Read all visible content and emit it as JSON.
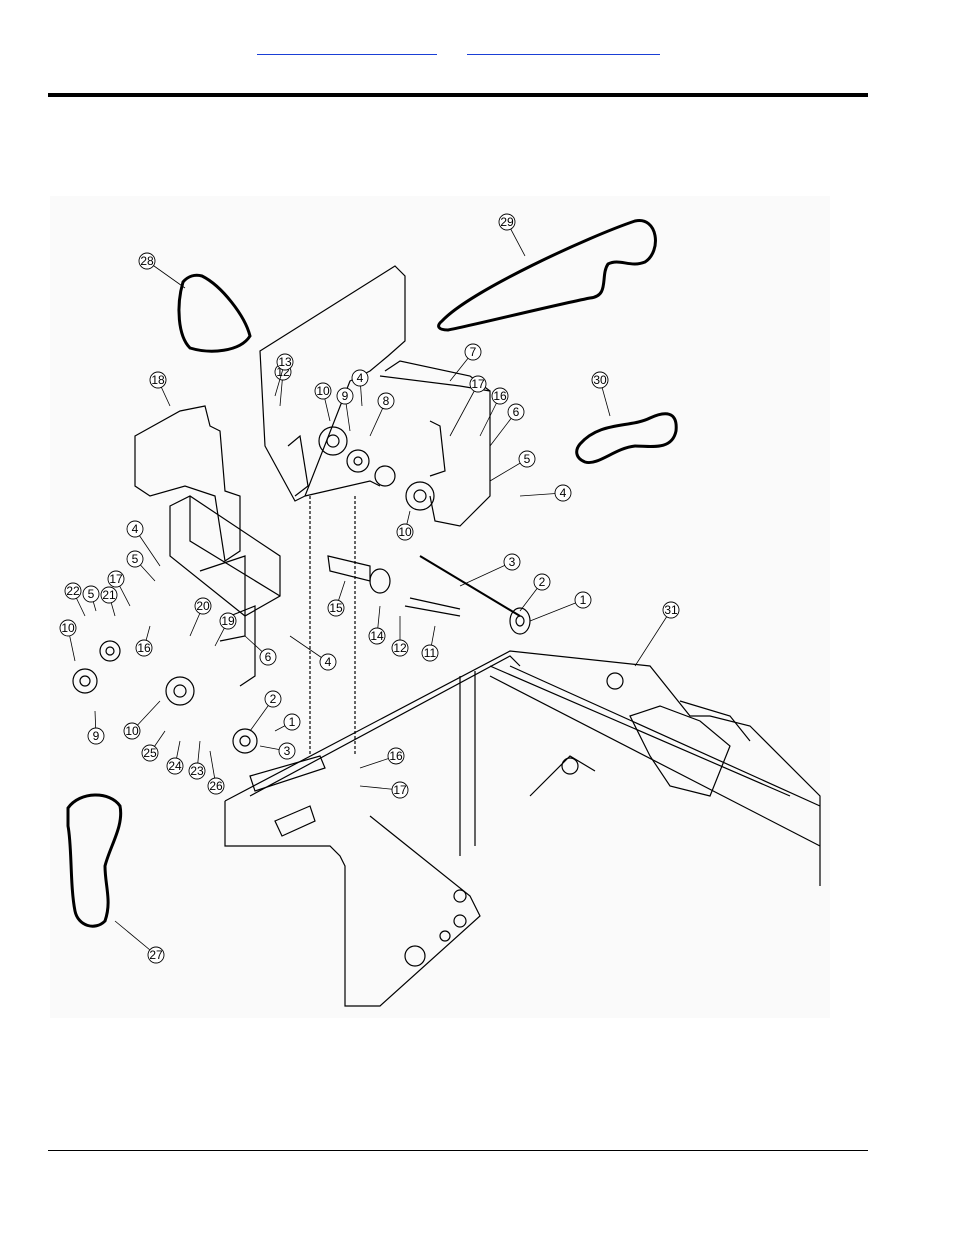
{
  "header": {
    "links": [
      {
        "label": ""
      },
      {
        "label": ""
      }
    ]
  },
  "diagram": {
    "callouts": [
      {
        "label": "1"
      },
      {
        "label": "2"
      },
      {
        "label": "3"
      },
      {
        "label": "4"
      },
      {
        "label": "5"
      },
      {
        "label": "6"
      },
      {
        "label": "7"
      },
      {
        "label": "8"
      },
      {
        "label": "9"
      },
      {
        "label": "10"
      },
      {
        "label": "11"
      },
      {
        "label": "12"
      },
      {
        "label": "13"
      },
      {
        "label": "14"
      },
      {
        "label": "15"
      },
      {
        "label": "16"
      },
      {
        "label": "17"
      },
      {
        "label": "18"
      },
      {
        "label": "19"
      },
      {
        "label": "20"
      },
      {
        "label": "21"
      },
      {
        "label": "22"
      },
      {
        "label": "23"
      },
      {
        "label": "24"
      },
      {
        "label": "25"
      },
      {
        "label": "26"
      },
      {
        "label": "27"
      },
      {
        "label": "28"
      },
      {
        "label": "29"
      },
      {
        "label": "30"
      },
      {
        "label": "31"
      }
    ]
  }
}
